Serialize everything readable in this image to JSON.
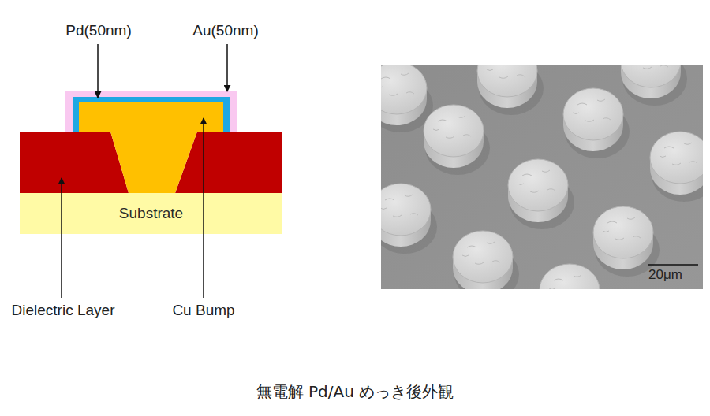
{
  "diagram": {
    "caption": "無電解 Pd/Au めっき後外観",
    "nodes": [
      {
        "text": [
          "Substrate"
        ]
      }
    ],
    "labels": [
      "Pd(50nm)",
      "Au(50nm)",
      "Dielectric Layer",
      "Cu Bump",
      "20μm"
    ]
  }
}
